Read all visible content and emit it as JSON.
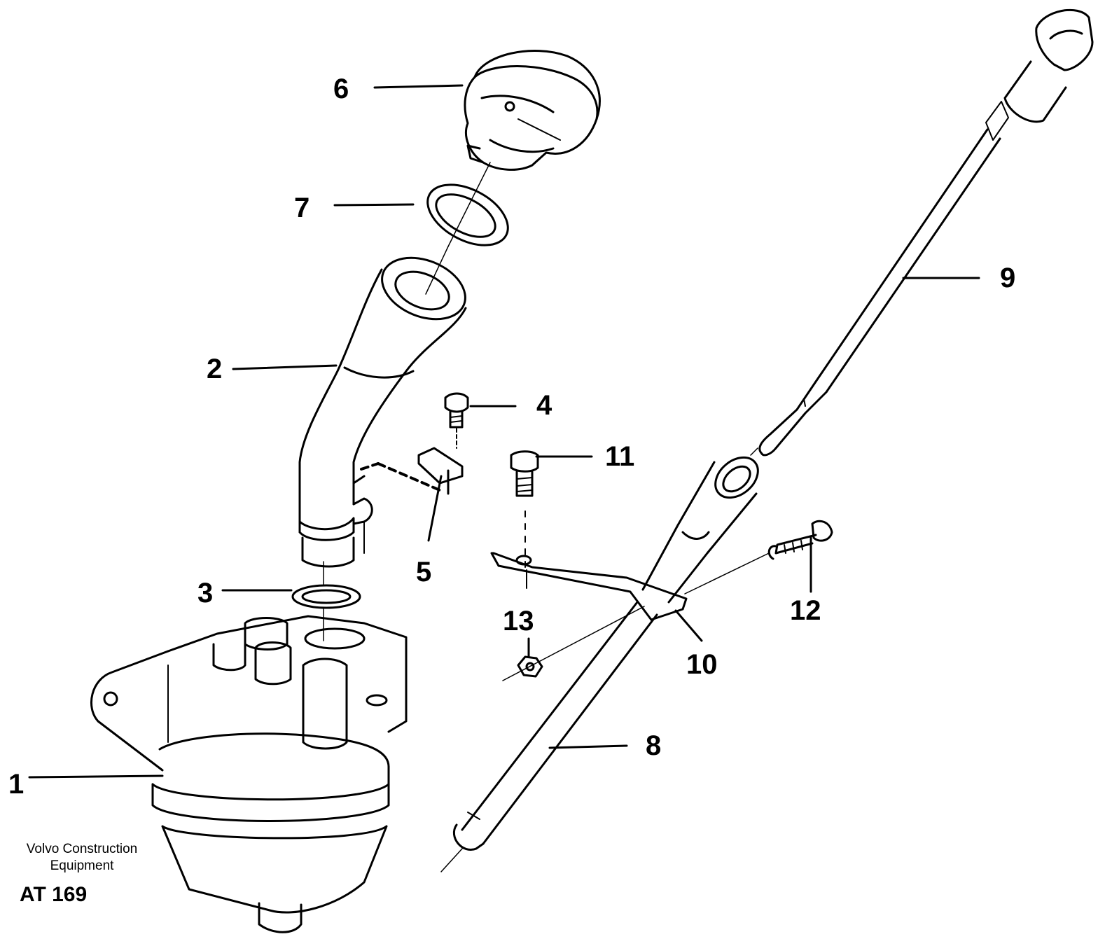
{
  "part_numbers": [
    "1",
    "2",
    "3",
    "4",
    "5",
    "6",
    "7",
    "8",
    "9",
    "10",
    "11",
    "12",
    "13"
  ],
  "footer": {
    "brand_line1": "Volvo Construction",
    "brand_line2": "Equipment",
    "drawing_code": "AT 169"
  }
}
